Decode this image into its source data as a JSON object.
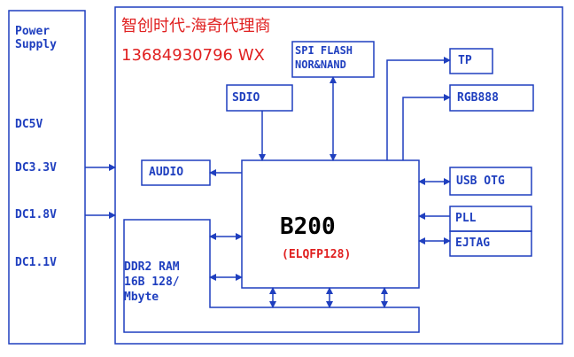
{
  "watermark": {
    "line1": "智创时代-海奇代理商",
    "line2": "13684930796 WX"
  },
  "power_supply": {
    "title_line1": "Power",
    "title_line2": "Supply",
    "rails": [
      "DC5V",
      "DC3.3V",
      "DC1.8V",
      "DC1.1V"
    ]
  },
  "chip": {
    "name": "B200",
    "package": "(ELQFP128)"
  },
  "blocks": {
    "spi_flash_line1": "SPI FLASH",
    "spi_flash_line2": "NOR&NAND",
    "sdio": "SDIO",
    "audio": "AUDIO",
    "tp": "TP",
    "rgb888": "RGB888",
    "usb_otg": "USB OTG",
    "pll": "PLL",
    "ejtag": "EJTAG",
    "ddr2_line1": "DDR2 RAM",
    "ddr2_line2": "16B  128/",
    "ddr2_line3": "Mbyte"
  },
  "colors": {
    "line": "#1f3fbf",
    "watermark": "#e02020",
    "chip_name": "#000000"
  }
}
